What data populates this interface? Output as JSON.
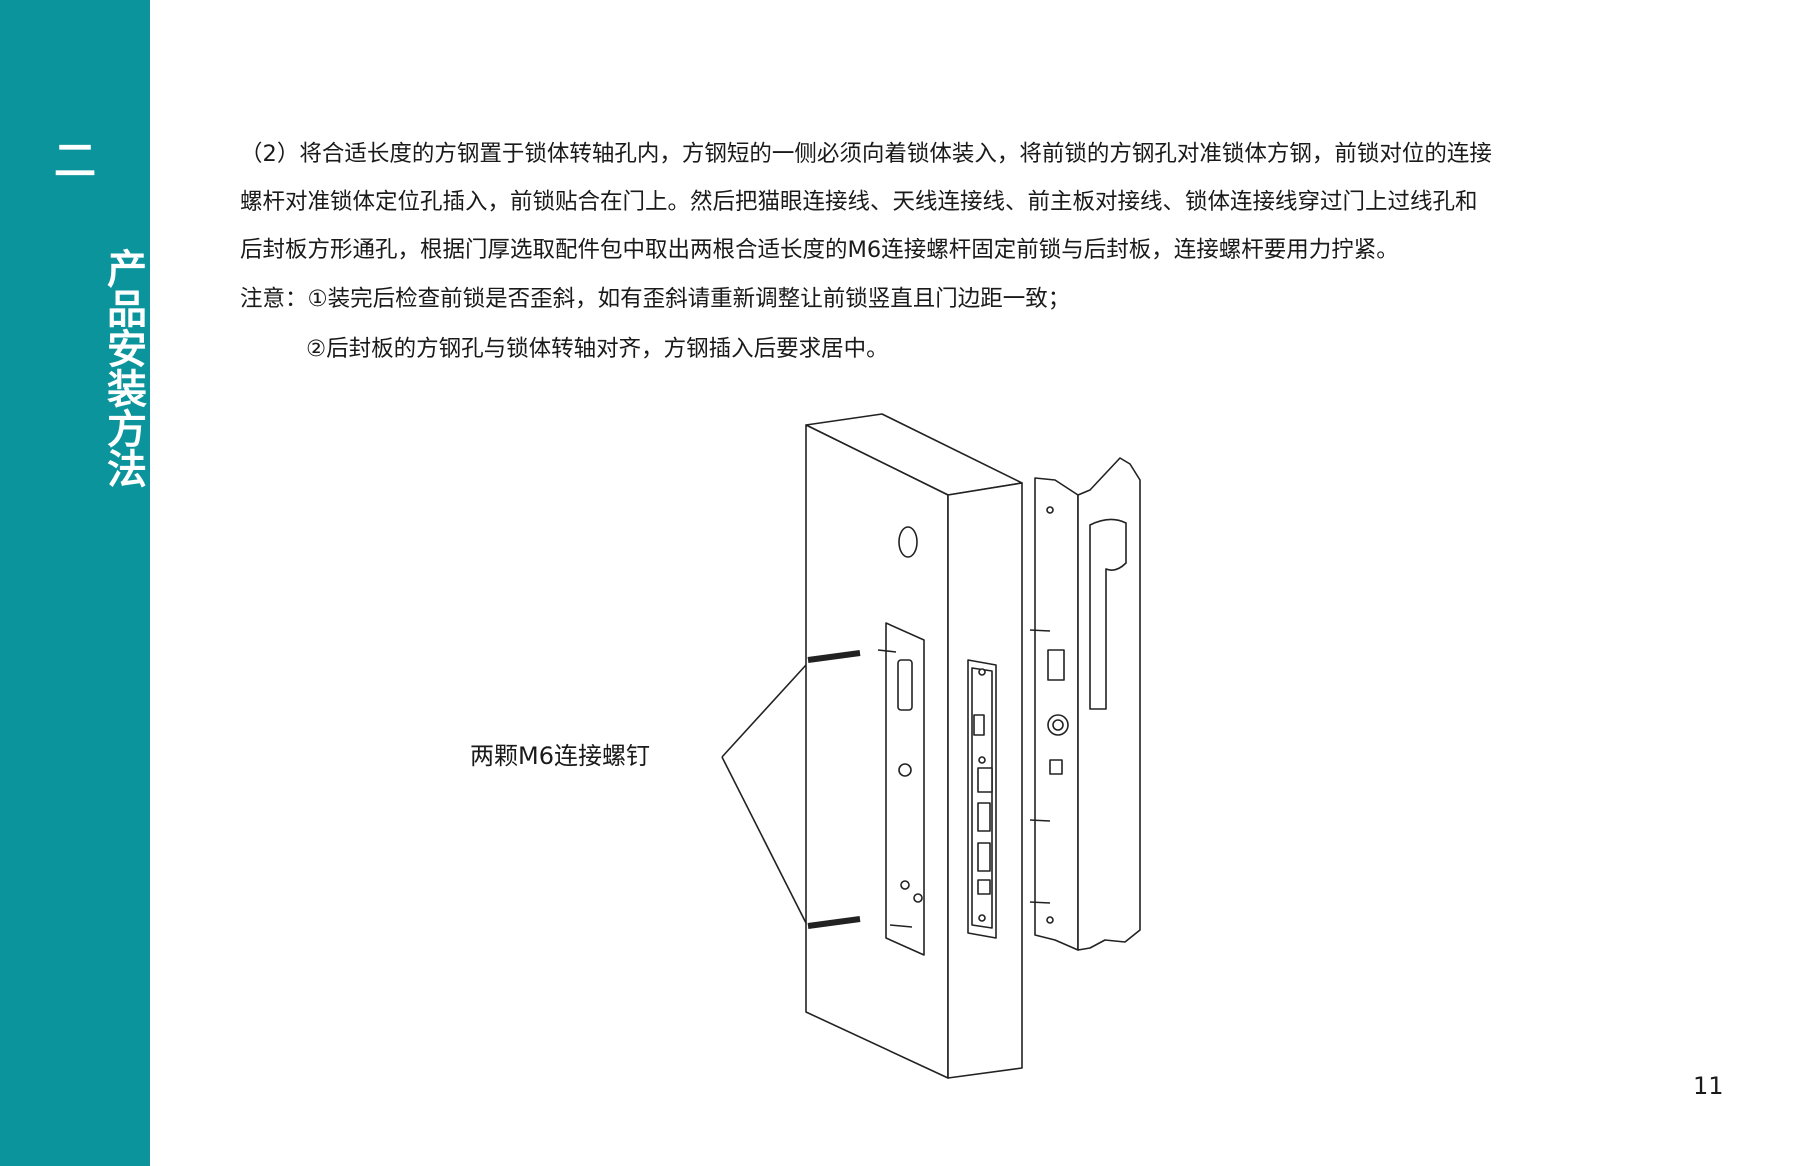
{
  "sidebar": {
    "section_number": "二",
    "section_title": "产品安装方法",
    "color": "#0b949c"
  },
  "content": {
    "step_lines": [
      "（2）将合适长度的方钢置于锁体转轴孔内，方钢短的一侧必须向着锁体装入，将前锁的方钢孔对准锁体方钢，前锁对位的连接",
      "螺杆对准锁体定位孔插入，前锁贴合在门上。然后把猫眼连接线、天线连接线、前主板对接线、锁体连接线穿过门上过线孔和",
      "后封板方形通孔，根据门厚选取配件包中取出两根合适长度的M6连接螺杆固定前锁与后封板，连接螺杆要用力拧紧。"
    ],
    "note_label": "注意：",
    "note_items": [
      "①装完后检查前锁是否歪斜，如有歪斜请重新调整让前锁竖直且门边距一致；",
      "②后封板的方钢孔与锁体转轴对齐，方钢插入后要求居中。"
    ]
  },
  "figure": {
    "callout_label": "两颗M6连接螺钉"
  },
  "page_number": "11"
}
